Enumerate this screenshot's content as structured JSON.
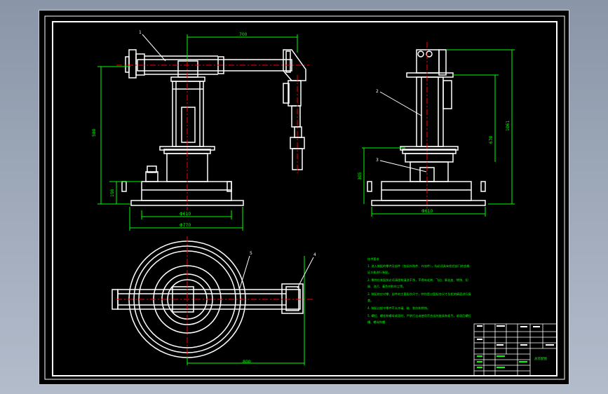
{
  "drawing": {
    "dimensions": {
      "top_span": "700",
      "left_height": "580",
      "left_base_height": "150",
      "base_inner_width": "Φ610",
      "base_outer_width": "Φ770",
      "right_total_height": "1061",
      "right_upper_height": "670",
      "right_lower_height": "305",
      "right_base_width": "Φ610",
      "plan_reach": "800"
    },
    "balloons": {
      "b1": "1",
      "b2": "2",
      "b3": "3",
      "b4": "4",
      "b5": "5"
    },
    "notes": {
      "heading": "技术要求",
      "lines": [
        "1. 进入装配的零件及部件（包括外购件、外协件），均必须具有检验部门的合格",
        "证方能进行装配。",
        "2. 零件在装配前必须清理和清洗干净，不得有毛刺、飞边、氧化皮、锈蚀、切",
        "屑、油污、着色剂和灰尘等。",
        "3. 装配前应对零、部件的主要配合尺寸，特别是过盈配合尺寸及相关精度进行复",
        "查。",
        "4. 装配过程中零件不允许磕、碰、划伤和锈蚀。",
        "5. 螺钉、螺栓和螺母紧固时，严禁打击或使用不合适的旋具和扳手。紧固后螺钉",
        "槽、螺母和螺"
      ]
    },
    "title_block": {
      "drawing_name": "总装配图"
    }
  },
  "colors": {
    "background": "#000000",
    "outline": "#ffffff",
    "dimension": "#00ff00",
    "centerline": "#ff0000",
    "leader": "#ffffff"
  }
}
